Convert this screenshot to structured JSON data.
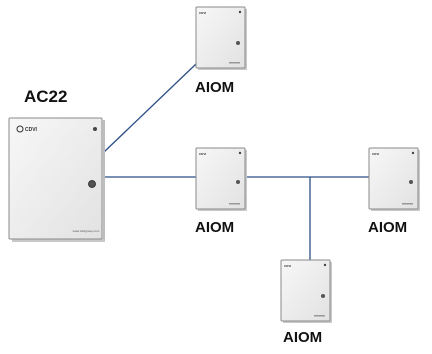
{
  "diagram": {
    "controller": {
      "name": "AC22",
      "brand_text": "CDVI",
      "footer_text": "www.cdvigroup.com"
    },
    "modules": [
      {
        "name": "AIOM",
        "brand_text": "CDVI"
      },
      {
        "name": "AIOM",
        "brand_text": "CDVI"
      },
      {
        "name": "AIOM",
        "brand_text": "CDVI"
      },
      {
        "name": "AIOM",
        "brand_text": "CDVI"
      }
    ],
    "colors": {
      "wire": "#2b4f86",
      "enclosure_face": "#ededed",
      "enclosure_edge": "#8a8a8a",
      "enclosure_side": "#c9c9c9"
    }
  }
}
